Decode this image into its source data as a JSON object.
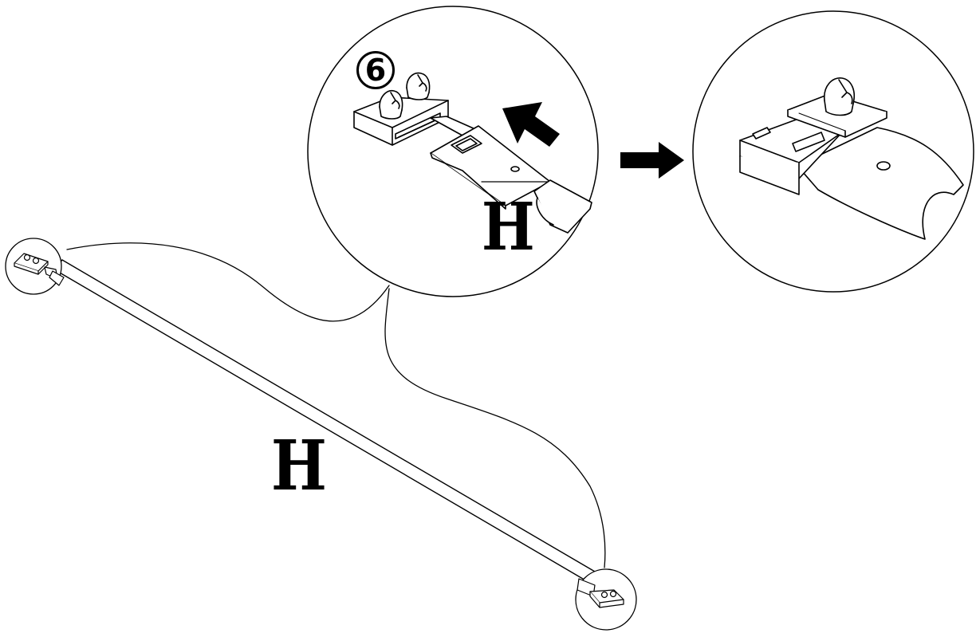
{
  "diagram": {
    "step_number": "6",
    "part_label": "H",
    "detail_part_label": "H",
    "colors": {
      "ink": "#000000",
      "background": "#ffffff",
      "fill": "#ffffff"
    },
    "icons": [
      "push-arrow-icon",
      "result-arrow-icon",
      "screw-cap-icon"
    ]
  }
}
